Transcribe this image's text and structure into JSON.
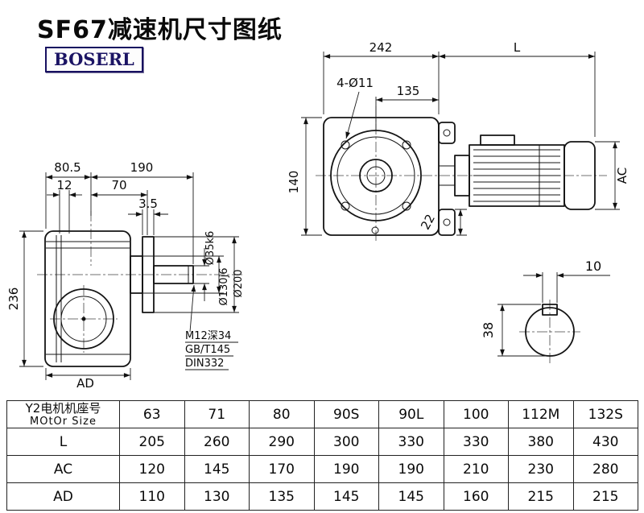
{
  "page": {
    "title": "SF67减速机尺寸图纸",
    "logo": "BOSERL"
  },
  "front_view": {
    "dim_242": "242",
    "dim_L": "L",
    "holes_label": "4-Ø11",
    "dim_135": "135",
    "dim_140": "140",
    "dim_22": "22",
    "dim_AC": "AC"
  },
  "side_view": {
    "dim_80_5": "80.5",
    "dim_190": "190",
    "dim_12": "12",
    "dim_70": "70",
    "dim_3_5": "3.5",
    "dim_236": "236",
    "dim_AD": "AD",
    "dia_shaft": "Ø35k6",
    "dia_spigot": "Ø130j6",
    "dia_flange": "Ø200",
    "note1": "M12深34",
    "note2": "GB/T145",
    "note3": "DIN332"
  },
  "shaft_section": {
    "dim_10": "10",
    "dim_38": "38"
  },
  "table": {
    "header": {
      "label_line1": "Y2电机机座号",
      "label_line2": "MOtOr Size",
      "values": [
        "63",
        "71",
        "80",
        "90S",
        "90L",
        "100",
        "112M",
        "132S"
      ]
    },
    "rows": [
      {
        "label": "L",
        "values": [
          "205",
          "260",
          "290",
          "300",
          "330",
          "330",
          "380",
          "430"
        ]
      },
      {
        "label": "AC",
        "values": [
          "120",
          "145",
          "170",
          "190",
          "190",
          "210",
          "230",
          "280"
        ]
      },
      {
        "label": "AD",
        "values": [
          "110",
          "130",
          "135",
          "145",
          "145",
          "160",
          "215",
          "215"
        ]
      }
    ]
  }
}
